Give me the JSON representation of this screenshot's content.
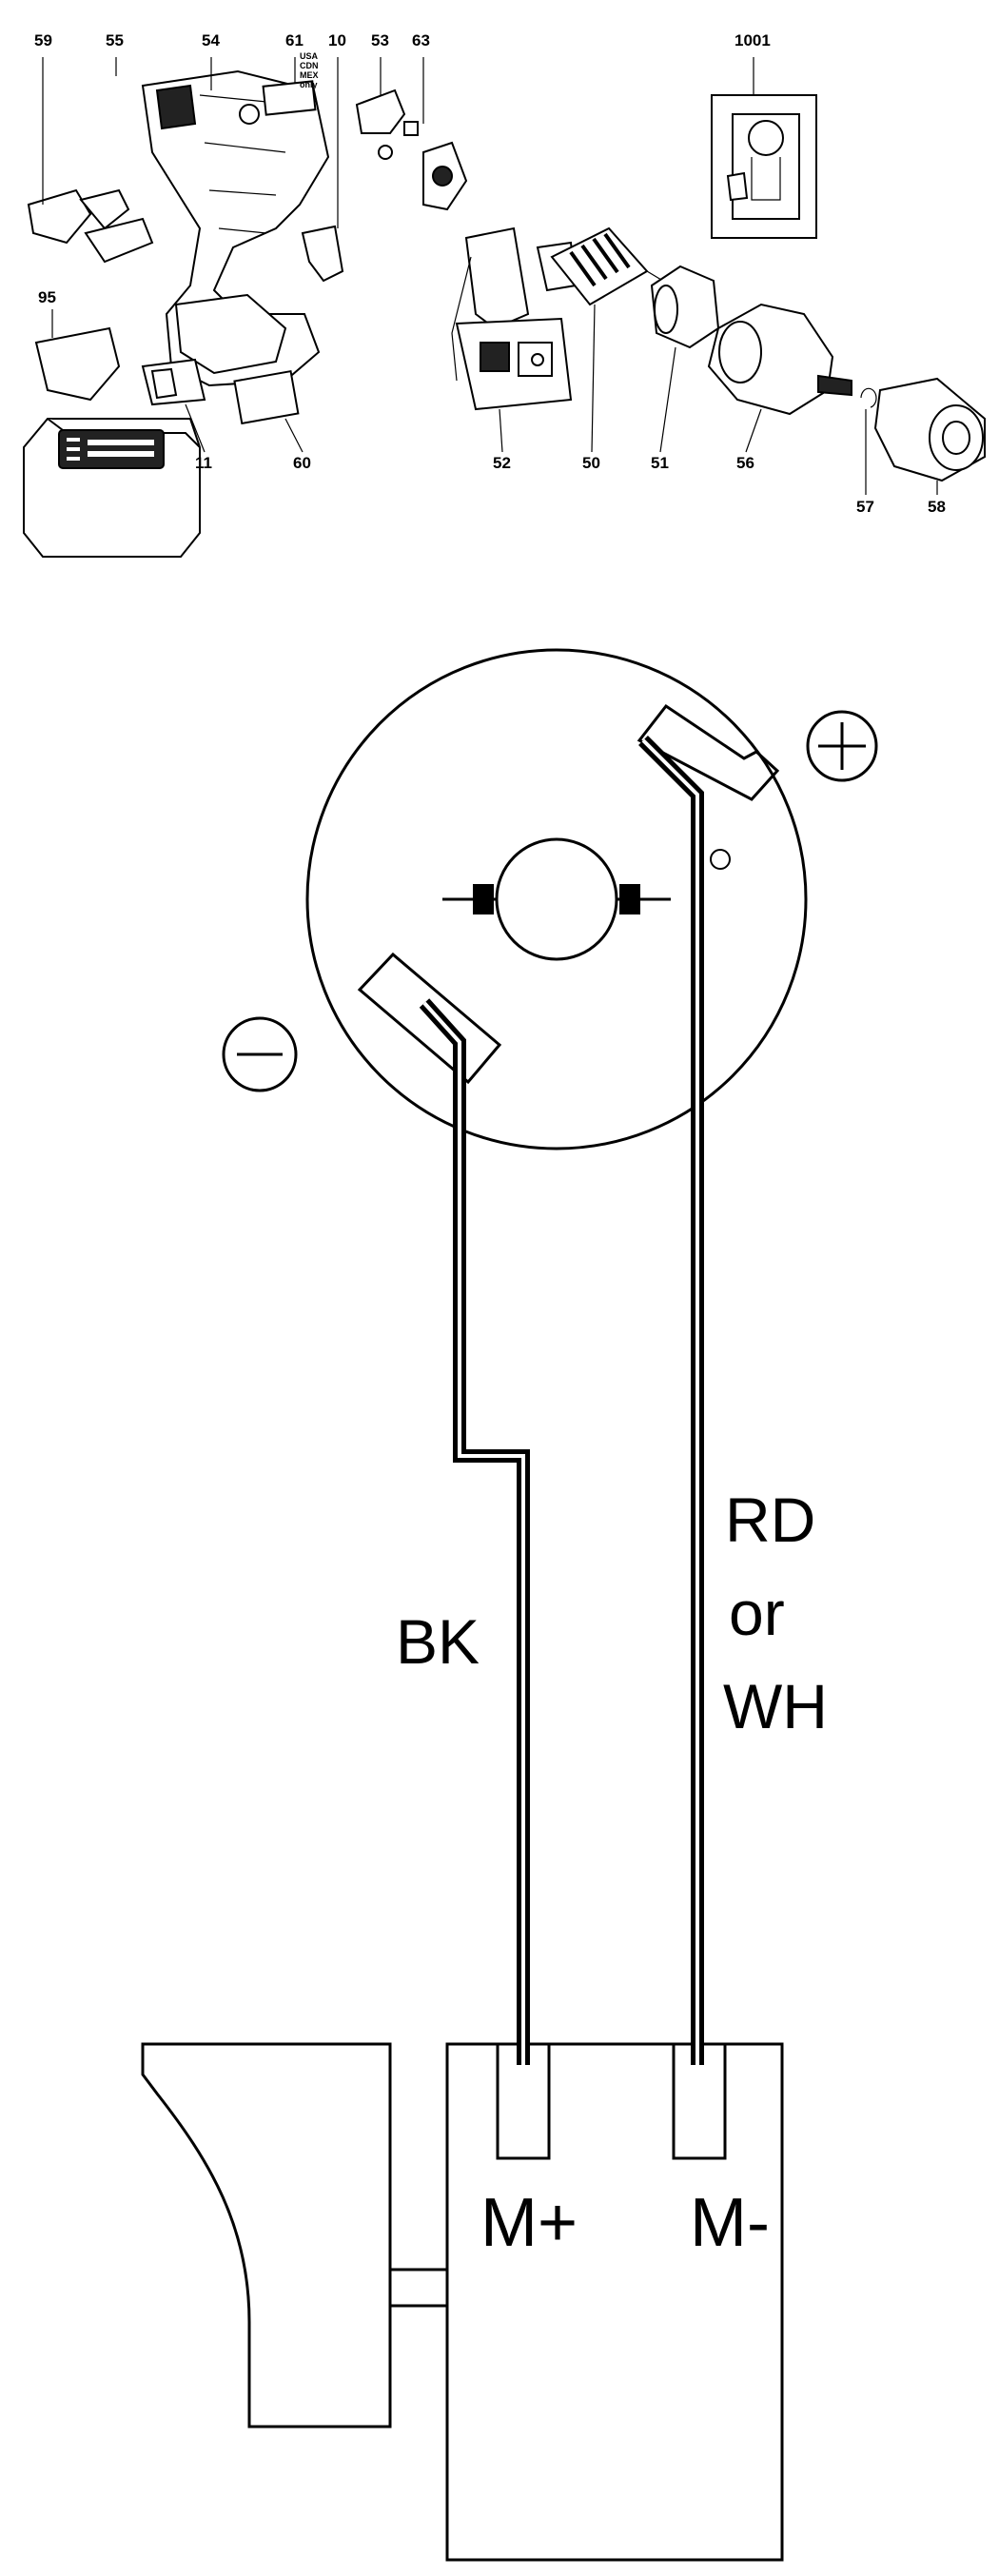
{
  "exploded_view": {
    "callouts": {
      "p59": "59",
      "p55": "55",
      "p54": "54",
      "p61": "61",
      "p10": "10",
      "p53": "53",
      "p63": "63",
      "p1001": "1001",
      "p95": "95",
      "p11": "11",
      "p60": "60",
      "p52": "52",
      "p50": "50",
      "p51": "51",
      "p56": "56",
      "p57": "57",
      "p58": "58"
    },
    "note_61": [
      "USA",
      "CDN",
      "MEX",
      "only"
    ]
  },
  "wiring": {
    "plus_symbol": "+",
    "minus_symbol": "−",
    "wire_left_label": "BK",
    "wire_right_label": [
      "RD",
      "or",
      "WH"
    ],
    "terminal_left": "M+",
    "terminal_right": "M-"
  }
}
